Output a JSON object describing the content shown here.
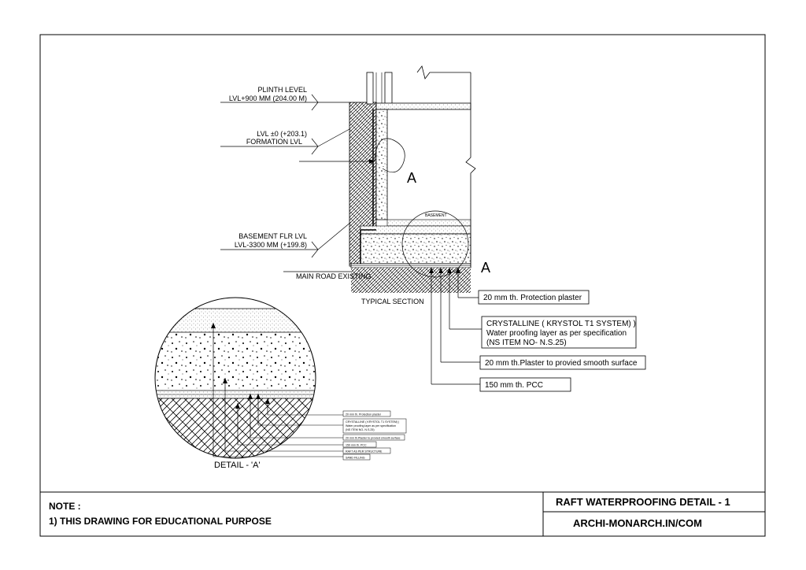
{
  "levels": {
    "plinth_title": "PLINTH LEVEL",
    "plinth_value": "LVL+900 MM  (204.00 M)",
    "formation_value": "LVL ±0 (+203.1)",
    "formation_title": "FORMATION LVL",
    "basement_title": "BASEMENT FLR LVL",
    "basement_value": "LVL-3300 MM (+199.8)",
    "road": "MAIN ROAD EXISTING"
  },
  "section": {
    "marker_a": "A",
    "marker_a2": "A",
    "basement_tag": "BASEMENT",
    "caption": "TYPICAL SECTION"
  },
  "callouts": {
    "protection_plaster": "20 mm th. Protection plaster",
    "crystalline_line1": "CRYSTALLINE ( KRYSTOL T1 SYSTEM)  )",
    "crystalline_line2": "Water proofing layer as per specification",
    "crystalline_line3": "(NS ITEM NO- N.S.25)",
    "smooth_plaster": "20 mm th.Plaster to provied smooth surface",
    "pcc": "150 mm th. PCC"
  },
  "detail": {
    "title": "DETAIL - 'A'",
    "small_labels": [
      "20 mm th. Protection plaster",
      "CRYSTALLINE ( KRYSTOL T1 SYSTEM) )",
      "Water proofing layer as per specification",
      "(NS ITEM NO- N.S.25)",
      "20 mm th.Plaster to provied smooth surface",
      "150 mm th. PCC",
      "RAFT AS PER STRUCTURE",
      "SAND FILLING"
    ]
  },
  "title_block": {
    "note_heading": "NOTE :",
    "note_line": "1) THIS DRAWING FOR EDUCATIONAL PURPOSE",
    "drawing_title": "RAFT WATERPROOFING DETAIL - 1",
    "website": "ARCHI-MONARCH.IN/COM"
  }
}
